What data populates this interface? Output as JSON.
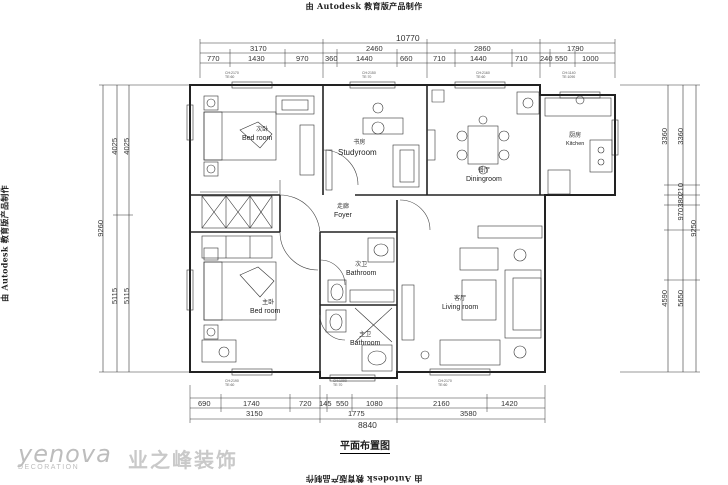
{
  "watermark": {
    "top": "由 Autodesk 教育版产品制作",
    "bottom": "由 Autodesk 教育版产品制作",
    "left": "由 Autodesk 教育版产品制作"
  },
  "dimensions": {
    "top_total": "10770",
    "top_major": [
      "3170",
      "2460",
      "2860",
      "1790"
    ],
    "top_minor": [
      "770",
      "1430",
      "970",
      "360",
      "1440",
      "660",
      "710",
      "1440",
      "710",
      "240",
      "550",
      "1000"
    ],
    "bottom_minor": [
      "690",
      "1740",
      "720",
      "145",
      "550",
      "1080",
      "2160",
      "1420"
    ],
    "bottom_major": [
      "3150",
      "1775",
      "3580"
    ],
    "bottom_total": "8840",
    "left_outer": [
      "9260"
    ],
    "left_inner": [
      "4025",
      "4025",
      "5115",
      "5115"
    ],
    "right_inner": [
      "3360",
      "3360",
      "210",
      "380",
      "970",
      "4590",
      "5650"
    ],
    "right_outer": [
      "9250"
    ]
  },
  "rooms": [
    {
      "cn": "次卧",
      "en": "Bed room"
    },
    {
      "cn": "书房",
      "en": "Studyroom"
    },
    {
      "cn": "餐厅",
      "en": "Diningroom"
    },
    {
      "cn": "厨房",
      "en": "Kitchen"
    },
    {
      "cn": "走廊",
      "en": "Foyer"
    },
    {
      "cn": "次卫",
      "en": "Bathroom"
    },
    {
      "cn": "主卧",
      "en": "Bed room"
    },
    {
      "cn": "主卫",
      "en": "Bathroom"
    },
    {
      "cn": "客厅",
      "en": "Living room"
    }
  ],
  "ceiling_notes": [
    "CH:2170\nTE:60",
    "CH:2150\nTE:70",
    "CH:2160\nTE:60",
    "CH:1140\nTE:1090",
    "CH:2190\nTE:60",
    "CH:1090\nTE:70",
    "CH:2170\nTE:60"
  ],
  "plan_title": "平面布置图",
  "brand": {
    "logo": "yenova",
    "logo_sub": "DECORATION",
    "name_cn": "业之峰装饰"
  }
}
